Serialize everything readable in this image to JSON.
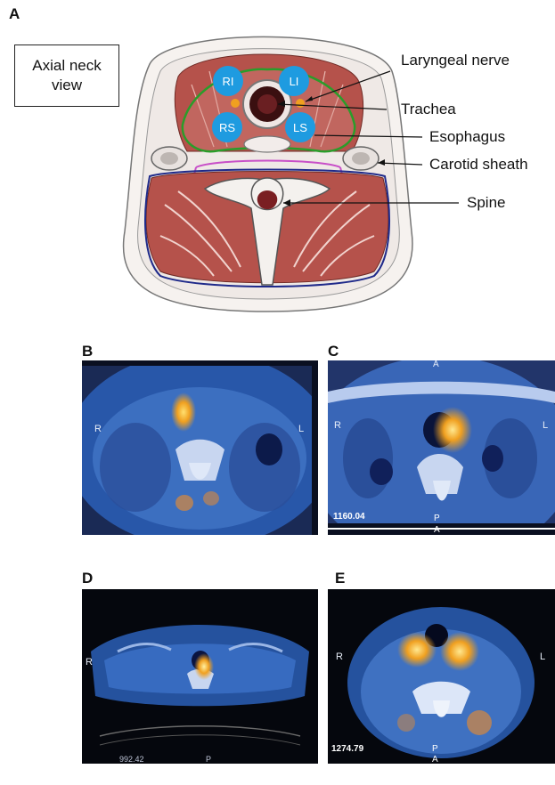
{
  "panels": {
    "a": {
      "letter": "A",
      "view_label_line1": "Axial neck",
      "view_label_line2": "view",
      "glands": {
        "ri": "RI",
        "li": "LI",
        "rs": "RS",
        "ls": "LS",
        "fill": "#1e9be0"
      },
      "structures": {
        "laryngeal_nerve": "Laryngeal nerve",
        "trachea": "Trachea",
        "esophagus": "Esophagus",
        "carotid_sheath": "Carotid sheath",
        "spine": "Spine"
      }
    },
    "b": {
      "letter": "B",
      "orient_r": "R",
      "orient_l": "L"
    },
    "c": {
      "letter": "C",
      "orient_r": "R",
      "orient_l": "L",
      "orient_a_top": "A",
      "orient_p": "P",
      "orient_a_bottom": "A",
      "readout": "1160.04"
    },
    "d": {
      "letter": "D",
      "orient_r": "R",
      "readout": "992.42",
      "orient_p": "P"
    },
    "e": {
      "letter": "E",
      "orient_r": "R",
      "orient_l": "L",
      "orient_p": "P",
      "orient_a": "A",
      "readout": "1274.79"
    }
  },
  "colors": {
    "muscle": "#b5524b",
    "uptake": "#f0a020",
    "scan_blue": "#2b5fb8",
    "thyroid_outline": "#2a9d2a",
    "sheath_outline": "#c84fc8",
    "posterior_outline": "#1f2a8a"
  }
}
